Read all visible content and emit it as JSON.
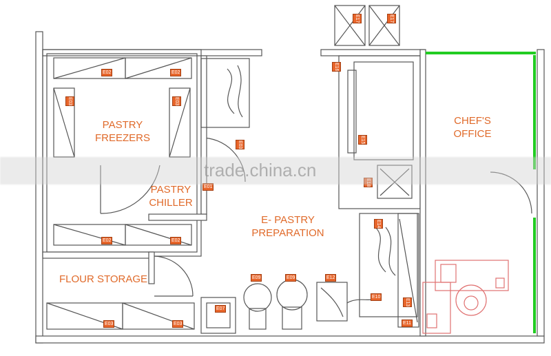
{
  "rooms": {
    "pastry_freezers": "PASTRY\nFREEZERS",
    "pastry_chiller": "PASTRY\nCHILLER",
    "flour_storage": "FLOUR STORAGE",
    "preparation": "E- PASTRY\nPREPARATION",
    "chefs_office": "CHEF'S\nOFFICE"
  },
  "watermark": "trade.china.cn",
  "equipment_tags": {
    "e02_top_a": "E02",
    "e02_top_b": "E02",
    "e03_left": "E03",
    "e03_right": "E03",
    "e02_bottom_a": "E02",
    "e02_bottom_b": "E02",
    "e03_flour_a": "E03",
    "e03_flour_b": "E03",
    "e01_chiller": "E01",
    "e03_corridor": "E03",
    "e07": "E07",
    "e09_a": "E09",
    "e09_b": "E09",
    "e12": "E12",
    "e10": "E10",
    "e11": "E11",
    "e13_side": "E13",
    "e14": "E14",
    "e15": "E15",
    "e16": "E16",
    "e17_a": "E17",
    "e17_b": "E17",
    "e18": "E18"
  },
  "colors": {
    "label": "#e06a2a",
    "tag_fill": "#e8652a",
    "wall": "#555555",
    "glass": "#22cc22",
    "office_furniture": "#e07070"
  }
}
